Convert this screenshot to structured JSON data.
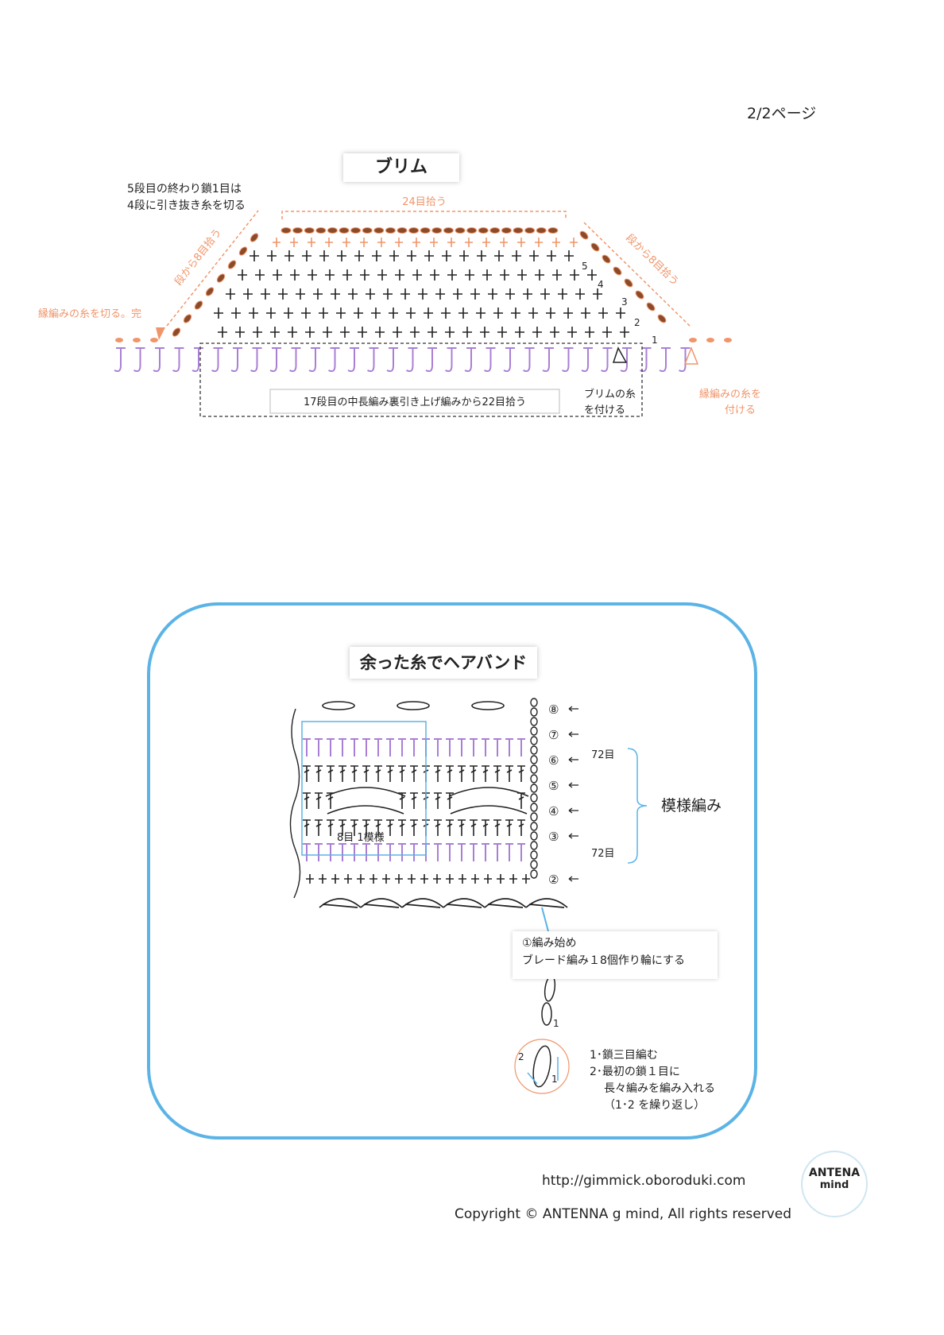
{
  "page": {
    "page_number": "2/2ページ"
  },
  "brim": {
    "title": "ブリム",
    "note_row5": [
      "5段目の終わり鎖1目は",
      "4段に引き抜き糸を切る"
    ],
    "top_count": "24目拾う",
    "left_side": "段から8目拾う",
    "right_side": "段から8目拾う",
    "left_end": "縁編みの糸を切る。完",
    "bottom_label": "17段目の中長編み裏引き上げ編みから22目拾う",
    "attach_yarn": [
      "ブリムの糸",
      "を付ける"
    ],
    "attach_edging": [
      "縁編みの糸を",
      "付ける"
    ],
    "row_numbers": [
      "1",
      "2",
      "3",
      "4",
      "5"
    ]
  },
  "hairband": {
    "title": "余った糸でヘアバンド",
    "rows": [
      "⑧",
      "⑦",
      "⑥",
      "⑤",
      "④",
      "③",
      "②"
    ],
    "count_top": "72目",
    "count_bottom": "72目",
    "pattern_label": "模様編み",
    "repeat_label": "8目 1模様",
    "start_caption": [
      "①編み始め",
      "ブレード編み１8個作り輪にする"
    ],
    "step_labels": [
      "1",
      "2",
      "1"
    ],
    "step_notes": [
      "1･鎖三目編む",
      "2･最初の鎖１目に",
      "長々編みを編み入れる",
      "（1･2 を繰り返し）"
    ]
  },
  "footer": {
    "url": "http://gimmick.oboroduki.com",
    "copyright": "Copyright ©  ANTENNA g mind, All rights reserved",
    "logo_line1": "ANTENA",
    "logo_line2": "mind"
  },
  "colors": {
    "orange": "#f0956a",
    "purple": "#a97fd6",
    "blue": "#5bb3e6",
    "brown": "#8a4b2a"
  }
}
